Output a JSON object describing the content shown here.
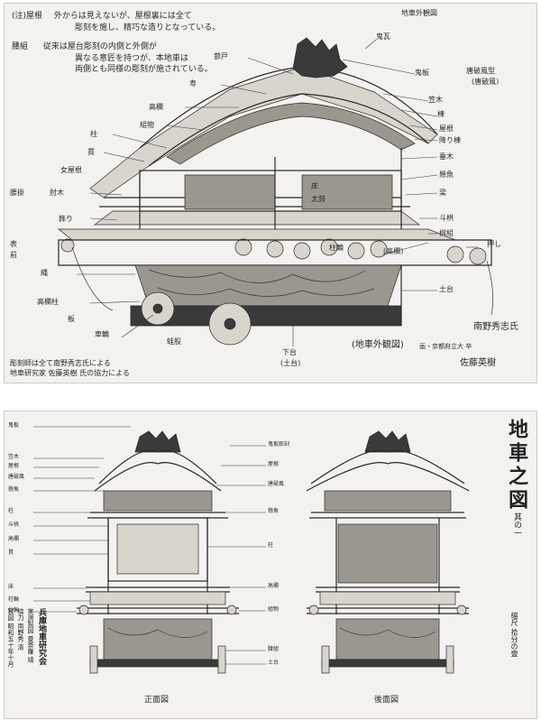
{
  "top": {
    "page_ref": "地車外観図",
    "notes": {
      "yagura_heading": "(注)屋根",
      "yagura_line1": "外からは見えないが、屋根裏には全て",
      "yagura_line2": "彫刻を施し、精巧な造りとなっている。",
      "koshi_heading": "腰組",
      "koshi_line1": "従来は屋台彫刻の内側と外側が",
      "koshi_line2": "異なる意匠を持つが、本地車は",
      "koshi_line3": "両側とも同様の彫刻が施されている。",
      "footnote_line1": "彫刻師は全て南野秀志氏による",
      "footnote_line2": "地車研究家 佐藤英樹 氏の協力による"
    },
    "labels": {
      "onigawara": "鬼瓦",
      "oni": "鬼板",
      "kasagi": "笠木",
      "hafu_type": "唐破風型",
      "hafu_type2": "(唐破風)",
      "mune": "棟",
      "yane": "屋根",
      "kudarimune": "降り棟",
      "taruki": "垂木",
      "gegyo": "懸魚",
      "hari": "梁",
      "tokyo": "斗栱",
      "masugumi": "桝組",
      "oshi": "押し",
      "joshi": "女屋根",
      "hashira": "柱",
      "kotobuki": "寿",
      "shitomido": "蔀戸",
      "koran": "高欄",
      "kumimono": "組物",
      "tsuranuki": "貫",
      "dodai": "土台",
      "sharin": "車輪",
      "koshikake": "腰掛",
      "hiji": "肘木",
      "kazari": "飾り",
      "omote": "表",
      "mae": "前",
      "nawa": "縄",
      "kouran_hashira": "高欄柱",
      "ita": "板",
      "shita": "下台",
      "shita2": "(土台)",
      "hashira_wa": "柱輪",
      "koran_small": "(高欄)",
      "kaeru": "蛙股",
      "yuka": "床",
      "taiko": "太鼓"
    },
    "caption": "(地車外観図)",
    "credit1": "南野秀志氏",
    "credit2": "佐藤英樹",
    "credit_pre": "画・京都府立大 卒"
  },
  "bottom": {
    "title": "地車之図",
    "subtitle": "其の一",
    "scale": "縮尺 拾分の壹",
    "front_caption": "正面図",
    "side_caption": "後面図",
    "org_lines": [
      "兵庫地車研究会",
      "実測製図 曼荼羅 靖",
      "協力 南野秀 清",
      "製図 昭和五十年十月"
    ],
    "left_labels": [
      "鬼板",
      "笠木",
      "屋根",
      "唐破風",
      "懸魚",
      "柱",
      "斗栱",
      "高欄",
      "貫",
      "床",
      "柱輪",
      "台輪"
    ],
    "right_labels": [
      "鬼板彫刻",
      "屋根",
      "唐破風",
      "懸魚",
      "柱",
      "高欄",
      "組物",
      "腰組",
      "土台"
    ]
  }
}
